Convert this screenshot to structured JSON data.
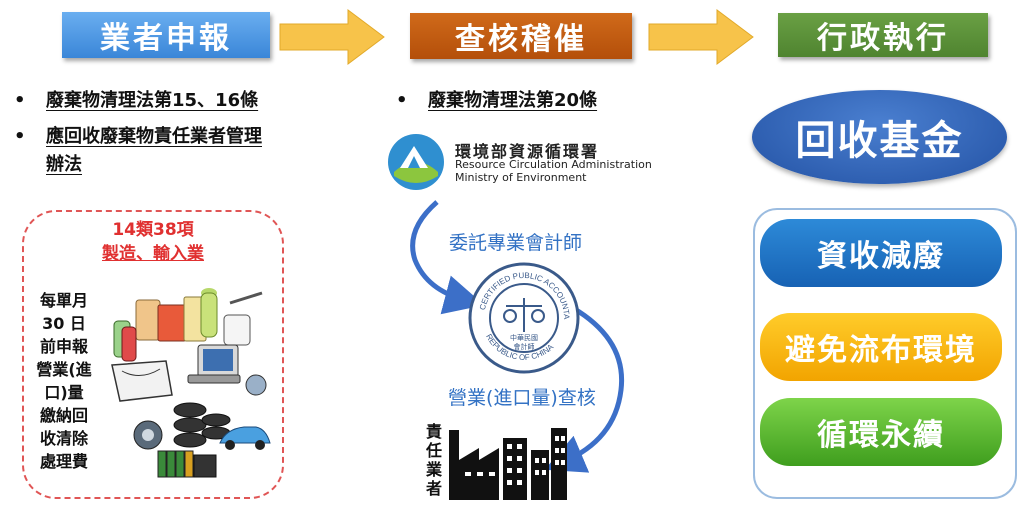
{
  "steps": {
    "declare": "業者申報",
    "audit": "查核稽催",
    "enforce": "行政執行"
  },
  "declare_laws": [
    "廢棄物清理法第15、16條",
    "應回收廢棄物責任業者管理",
    "辦法"
  ],
  "categories": {
    "count": "14類38項",
    "industries": "製造、輸入業"
  },
  "monthly_note": [
    "每單月",
    "30 日",
    "前申報",
    "營業(進",
    "口)量",
    "繳納回",
    "收清除",
    "處理費"
  ],
  "audit_law": "廢棄物清理法第20條",
  "agency": {
    "name_cn": "環境部資源循環署",
    "name_en_1": "Resource Circulation Administration",
    "name_en_2": "Ministry of Environment"
  },
  "cpa_label": "委託專業會計師",
  "cpa_seal": {
    "ring_text": "CERTIFIED PUBLIC ACCOUNTANT",
    "ring_bottom": "REPUBLIC OF CHINA",
    "center": "中華民國",
    "center2": "會計師"
  },
  "audit_label": "營業(進口量)查核",
  "responsible": "責任業者",
  "fund": "回收基金",
  "outcomes": [
    "資收減廢",
    "避免流布環境",
    "循環永續"
  ],
  "colors": {
    "declare": "#4a96e2",
    "audit": "#c25e12",
    "enforce": "#5d9438",
    "arrow": "#f7c34a",
    "flow": "#3c6fc8"
  }
}
